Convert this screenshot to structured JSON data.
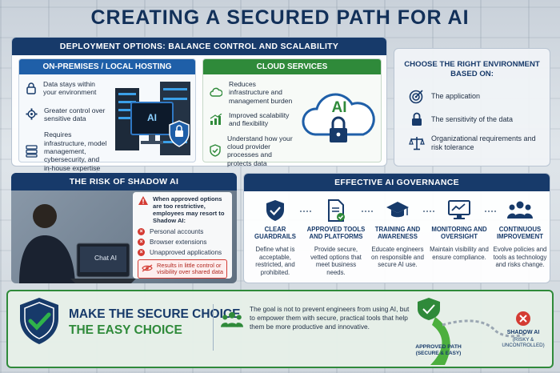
{
  "title": "Creating a Secured Path for AI",
  "deployment": {
    "header": "Deployment Options: Balance Control and Scalability",
    "onprem": {
      "header": "On-Premises / Local Hosting",
      "items": [
        {
          "icon": "lock-icon",
          "text": "Data stays within your environment"
        },
        {
          "icon": "gear-icon",
          "text": "Greater control over sensitive data"
        },
        {
          "icon": "server-icon",
          "text": "Requires infrastructure, model management, cybersecurity, and in-house expertise"
        }
      ],
      "monitor_label": "AI"
    },
    "cloud": {
      "header": "Cloud Services",
      "items": [
        {
          "icon": "cloud-icon",
          "text": "Reduces infrastructure and management burden"
        },
        {
          "icon": "growth-chart-icon",
          "text": "Improved scalability and flexibility"
        },
        {
          "icon": "shield-check-icon",
          "text": "Understand how your cloud provider processes and protects data"
        }
      ],
      "cloud_label": "AI"
    }
  },
  "environment": {
    "header": "Choose the Right Environment Based On:",
    "items": [
      {
        "icon": "target-icon",
        "text": "The application"
      },
      {
        "icon": "lock-icon",
        "text": "The sensitivity of the data"
      },
      {
        "icon": "scales-icon",
        "text": "Organizational requirements and risk tolerance"
      }
    ]
  },
  "shadow": {
    "header": "The Risk of Shadow AI",
    "chat_label": "Chat AI",
    "warning": "When approved options are too restrictive, employees may resort to Shadow AI:",
    "items": [
      "Personal accounts",
      "Browser extensions",
      "Unapproved applications"
    ],
    "result": "Results in little control or visibility over shared data"
  },
  "governance": {
    "header": "Effective AI Governance",
    "columns": [
      {
        "icon": "shield-check-icon",
        "title": "Clear Guardrails",
        "desc": "Define what is acceptable, restricted, and prohibited."
      },
      {
        "icon": "document-check-icon",
        "title": "Approved Tools and Platforms",
        "desc": "Provide secure, vetted options that meet business needs."
      },
      {
        "icon": "graduation-cap-icon",
        "title": "Training and Awareness",
        "desc": "Educate engineers on responsible and secure AI use."
      },
      {
        "icon": "monitor-chart-icon",
        "title": "Monitoring and Oversight",
        "desc": "Maintain visibility and ensure compliance."
      },
      {
        "icon": "people-icon",
        "title": "Continuous Improvement",
        "desc": "Evolve policies and tools as technology and risks change."
      }
    ]
  },
  "footer": {
    "headline1": "Make the Secure Choice",
    "headline2": "The Easy Choice",
    "goal": "The goal is not to prevent engineers from using AI, but to empower them with secure, practical tools that help them be more productive and innovative.",
    "approved_path": "Approved Path",
    "approved_sub": "(Secure & Easy)",
    "shadow_ai": "Shadow AI",
    "shadow_sub": "(Risky & Uncontrolled)"
  },
  "colors": {
    "navy": "#173a6a",
    "blue": "#1f5fa8",
    "green": "#2f8a3a",
    "red": "#d43b33"
  }
}
